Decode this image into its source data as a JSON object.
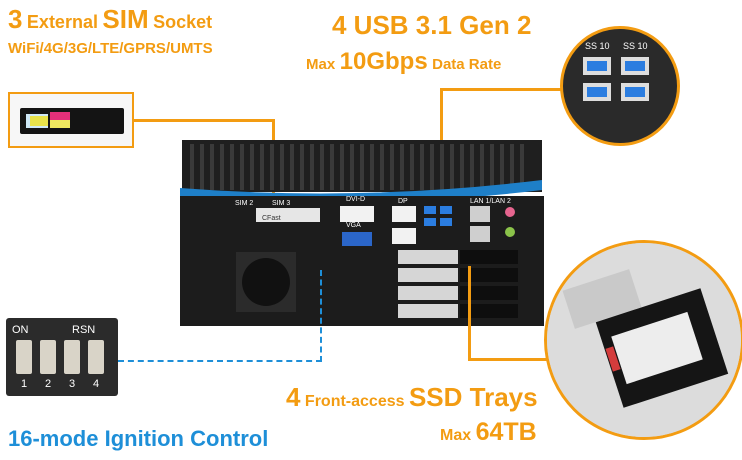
{
  "sim": {
    "num": "3",
    "pre": "External",
    "big": "SIM",
    "post": "Socket",
    "subtitle": "WiFi/4G/3G/LTE/GPRS/UMTS"
  },
  "usb": {
    "title": "4 USB 3.1 Gen 2",
    "sub_pre": "Max",
    "sub_big": "10Gbps",
    "sub_post": "Data Rate",
    "port_label": "SS 10"
  },
  "ssd": {
    "num": "4",
    "pre": "Front-access",
    "big": "SSD Trays",
    "max_pre": "Max",
    "max_big": "64TB"
  },
  "ignition": {
    "title": "16-mode Ignition Control",
    "dip_on": "ON",
    "dip_rsn": "RSN",
    "switches": [
      "1",
      "2",
      "3",
      "4"
    ]
  },
  "device": {
    "labels": {
      "sim": "SIM 2",
      "sim3": "SIM 3",
      "cfast": "CFast",
      "dvi": "DVI-D",
      "dp": "DP",
      "vga": "VGA",
      "lan": "LAN 1/LAN 2"
    }
  },
  "colors": {
    "accent": "#f39c12",
    "ignition": "#1e8fd8",
    "chassis": "#1c1c1c"
  }
}
